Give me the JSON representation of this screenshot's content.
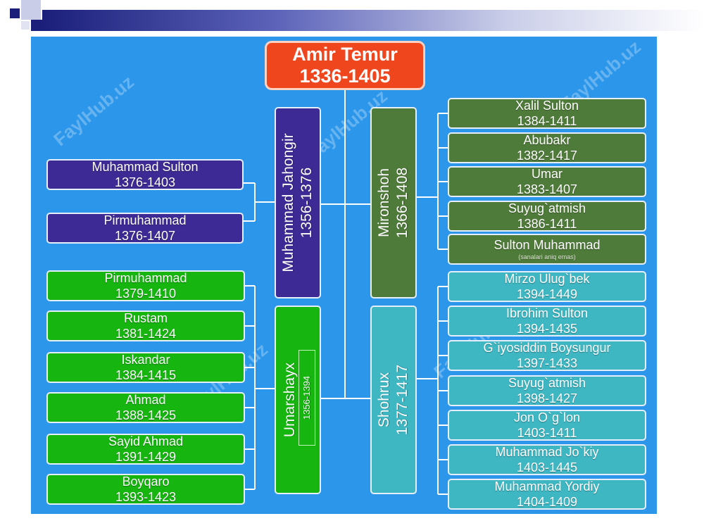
{
  "root": {
    "name": "Amir Temur",
    "years": "1336-1405"
  },
  "sons": {
    "jahongir": {
      "name": "Muhammad  Jahongir",
      "years": "1356-1376"
    },
    "umarshayx": {
      "name": "Umarshayx",
      "years": "1356-1394"
    },
    "mironshoh": {
      "name": "Mironshoh",
      "years": "1366-1408"
    },
    "shohrux": {
      "name": "Shohrux",
      "years": "1377-1417"
    }
  },
  "jahongir_children": [
    {
      "name": "Muhammad  Sulton",
      "years": "1376-1403"
    },
    {
      "name": "Pirmuhammad",
      "years": "1376-1407"
    }
  ],
  "umarshayx_children": [
    {
      "name": "Pirmuhammad",
      "years": "1379-1410"
    },
    {
      "name": "Rustam",
      "years": "1381-1424"
    },
    {
      "name": "Iskandar",
      "years": "1384-1415"
    },
    {
      "name": "Ahmad",
      "years": "1388-1425"
    },
    {
      "name": "Sayid Ahmad",
      "years": "1391-1429"
    },
    {
      "name": "Boyqaro",
      "years": "1393-1423"
    }
  ],
  "mironshoh_children": [
    {
      "name": "Xalil Sulton",
      "years": "1384-1411"
    },
    {
      "name": "Abubakr",
      "years": "1382-1417"
    },
    {
      "name": "Umar",
      "years": "1383-1407"
    },
    {
      "name": "Suyug`atmish",
      "years": "1386-1411"
    },
    {
      "name": "Sulton Muhammad",
      "years": "(sanalari aniq emas)"
    }
  ],
  "shohrux_children": [
    {
      "name": "Mirzo Ulug`bek",
      "years": "1394-1449"
    },
    {
      "name": "Ibrohim Sulton",
      "years": "1394-1435"
    },
    {
      "name": "G`iyosiddin Boysungur",
      "years": "1397-1433"
    },
    {
      "name": "Suyug`atmish",
      "years": "1398-1427"
    },
    {
      "name": "Jon O`g`lon",
      "years": "1403-1411"
    },
    {
      "name": "Muhammad Jo`kiy",
      "years": "1403-1445"
    },
    {
      "name": "Muhammad Yordiy",
      "years": "1404-1409"
    }
  ],
  "watermark": "FaylHub.uz",
  "colors": {
    "panel": "#2b96ea",
    "root": "#f0461e",
    "purple": "#3d2a94",
    "green": "#16b510",
    "olive": "#4f7b3a",
    "teal": "#3eb7c3"
  }
}
